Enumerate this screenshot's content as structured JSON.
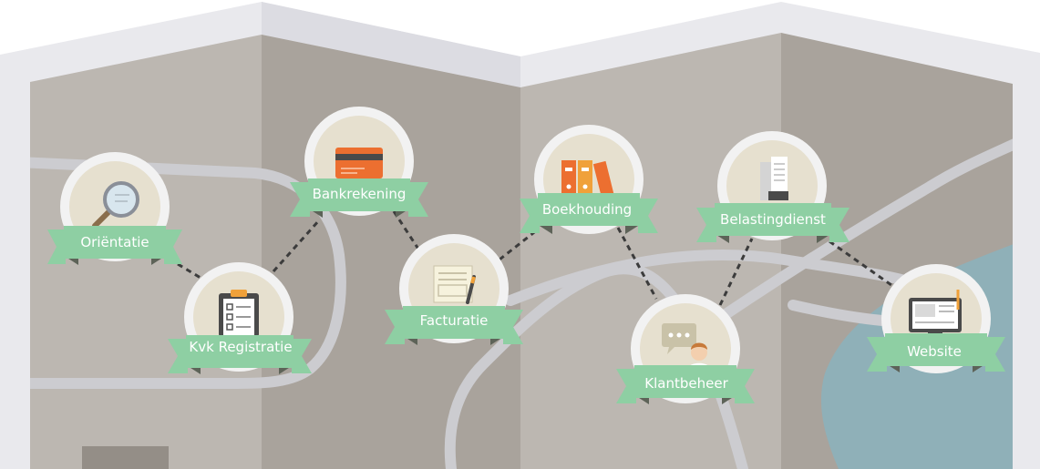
{
  "steps": [
    {
      "id": "orientatie",
      "label": "Oriëntatie",
      "icon": "magnifier-icon"
    },
    {
      "id": "kvk",
      "label": "Kvk Registratie",
      "icon": "clipboard-checklist-icon"
    },
    {
      "id": "bank",
      "label": "Bankrekening",
      "icon": "bank-card-icon"
    },
    {
      "id": "factuur",
      "label": "Facturatie",
      "icon": "invoice-pen-icon"
    },
    {
      "id": "boek",
      "label": "Boekhouding",
      "icon": "binders-icon"
    },
    {
      "id": "klant",
      "label": "Klantbeheer",
      "icon": "speech-bubble-person-icon"
    },
    {
      "id": "belasting",
      "label": "Belastingdienst",
      "icon": "receipt-stack-icon"
    },
    {
      "id": "website",
      "label": "Website",
      "icon": "computer-monitor-icon"
    }
  ],
  "colors": {
    "ribbon": "#8ecfa3",
    "ribbon_dark": "#5d6358",
    "badge_inner": "#e6e0cf",
    "map_light": "#bcb7b1",
    "map_dark": "#a9a39c",
    "road": "#ccccd0",
    "water": "#8fb0b8",
    "frame": "#e9e9ed"
  }
}
